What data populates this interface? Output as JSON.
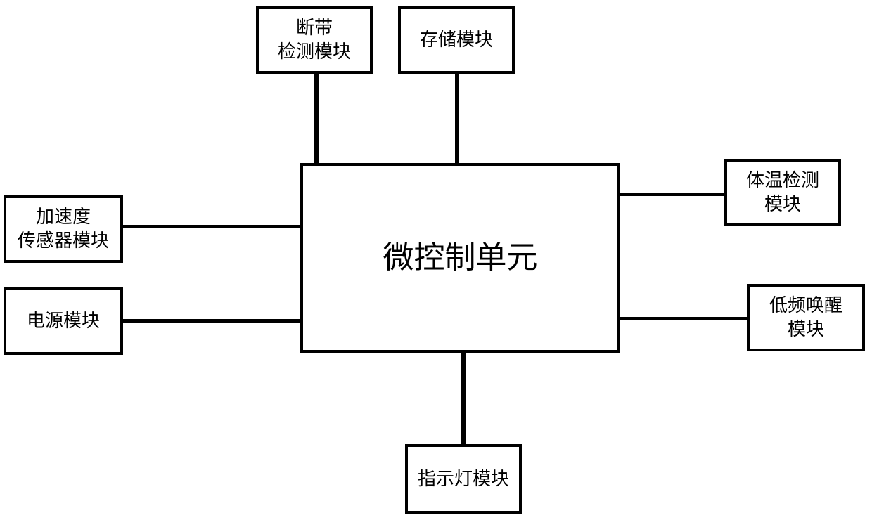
{
  "diagram": {
    "center": {
      "label": "微控制单元"
    },
    "modules": {
      "belt_break": {
        "line1": "断带",
        "line2": "检测模块"
      },
      "storage": {
        "label": "存储模块"
      },
      "body_temp": {
        "line1": "体温检测",
        "line2": "模块"
      },
      "accelerometer": {
        "line1": "加速度",
        "line2": "传感器模块"
      },
      "power": {
        "label": "电源模块"
      },
      "lf_wakeup": {
        "line1": "低频唤醒",
        "line2": "模块"
      },
      "indicator": {
        "label": "指示灯模块"
      }
    }
  }
}
